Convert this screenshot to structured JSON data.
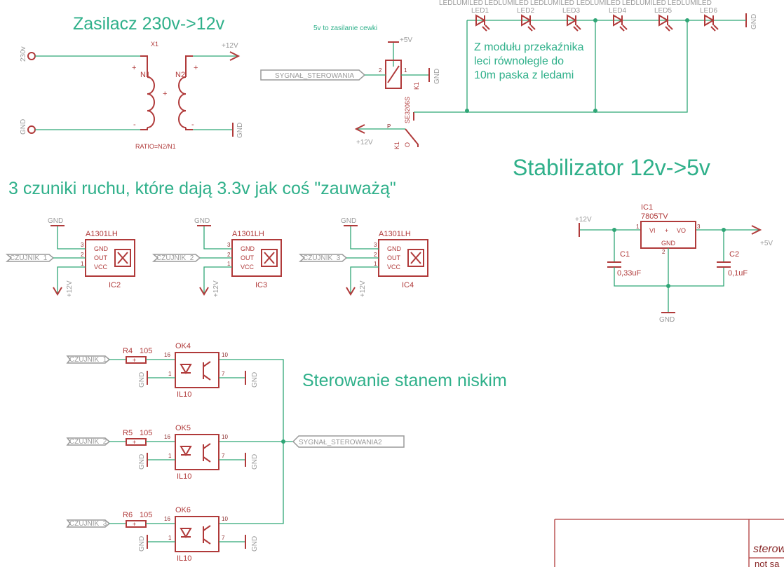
{
  "colors": {
    "net": "#2fa676",
    "symbol": "#b03a3a",
    "text": "#2fb08a",
    "label": "#9a9a9a"
  },
  "titles": {
    "psu": "Zasilacz 230v->12v",
    "sensors": "3 czuniki ruchu, które dają 3.3v jak coś \"zauważą\"",
    "stabilizer": "Stabilizator 12v->5v",
    "low_control": "Sterowanie stanem niskim"
  },
  "notes": {
    "coil": "5v to zasilanie cewki",
    "relay_module": [
      "Z modułu przekaźnika",
      "leci równolegle do",
      "10m paska z ledami"
    ]
  },
  "transformer": {
    "name": "X1",
    "n1": "N1",
    "n2": "N2",
    "ratio": "RATIO=N2/N1",
    "plus": "+",
    "minus": "-"
  },
  "supplies": {
    "v230": "230v",
    "v12": "+12V",
    "v5": "+5V",
    "gnd": "GND"
  },
  "relay": {
    "name": "K1",
    "part": "E3206S",
    "pin1": "1",
    "pin2": "2",
    "pin_s": "S",
    "pin_p": "P",
    "pin_o": "O"
  },
  "signals": {
    "control": "SYGNAŁ_STEROWANIA",
    "control2": "SYGNAŁ_STEROWANIA2"
  },
  "leds": [
    {
      "value": "LEDLUMILED",
      "name": "LED1"
    },
    {
      "value": "LEDLUMILED",
      "name": "LED2"
    },
    {
      "value": "LEDLUMILED",
      "name": "LED3"
    },
    {
      "value": "LEDLUMILED",
      "name": "LED4"
    },
    {
      "value": "LEDLUMILED",
      "name": "LED5"
    },
    {
      "value": "LEDLUMILED",
      "name": "LED6"
    }
  ],
  "sensors": [
    {
      "part": "A1301LH",
      "name": "IC2",
      "net": "CZUJNIK_1",
      "gnd": "GND",
      "out": "OUT",
      "vcc": "VCC"
    },
    {
      "part": "A1301LH",
      "name": "IC3",
      "net": "CZUJNIK_2",
      "gnd": "GND",
      "out": "OUT",
      "vcc": "VCC"
    },
    {
      "part": "A1301LH",
      "name": "IC4",
      "net": "CZUJNIK_3",
      "gnd": "GND",
      "out": "OUT",
      "vcc": "VCC"
    }
  ],
  "regulator": {
    "name": "IC1",
    "part": "7805TV",
    "vi": "VI",
    "vo": "VO",
    "gnd": "GND",
    "c1": "C1",
    "c1_val": "0,33uF",
    "c2": "C2",
    "c2_val": "0,1uF"
  },
  "optos": [
    {
      "name": "OK4",
      "part": "IL10",
      "res": "R4",
      "res_val": "105",
      "net": "CZUJNIK_1",
      "p16": "16",
      "p1": "1",
      "p10": "10",
      "p7": "7"
    },
    {
      "name": "OK5",
      "part": "IL10",
      "res": "R5",
      "res_val": "105",
      "net": "CZUJNIK_2",
      "p16": "16",
      "p1": "1",
      "p10": "10",
      "p7": "7"
    },
    {
      "name": "OK6",
      "part": "IL10",
      "res": "R6",
      "res_val": "105",
      "net": "CZUJNIK_3",
      "p16": "16",
      "p1": "1",
      "p10": "10",
      "p7": "7"
    }
  ],
  "frame": {
    "title_fragment": "sterow",
    "note_fragment": "not sa"
  }
}
